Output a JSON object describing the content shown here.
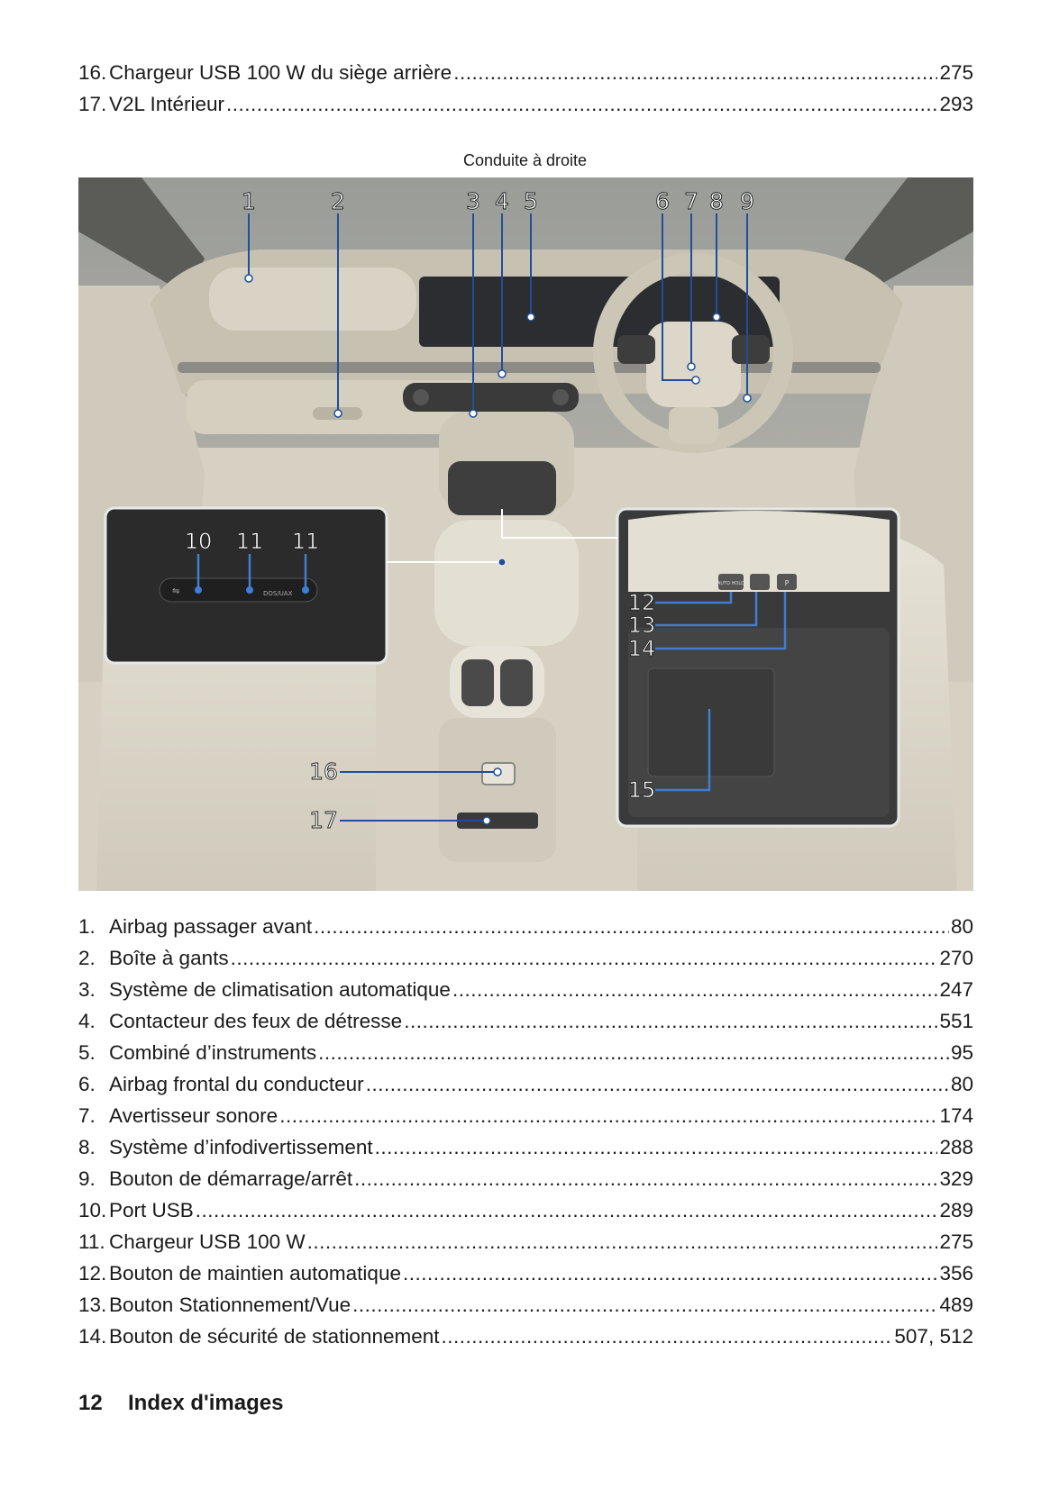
{
  "toc_top": [
    {
      "num": "16.",
      "title": "Chargeur USB 100 W du siège arrière",
      "page": "275"
    },
    {
      "num": "17.",
      "title": "V2L Intérieur",
      "page": "293"
    }
  ],
  "figure": {
    "caption": "Conduite à droite",
    "callouts_top": [
      "1",
      "2",
      "3",
      "4",
      "5",
      "6",
      "7",
      "8",
      "9"
    ],
    "inset_left_callouts": [
      "10",
      "11",
      "11"
    ],
    "inset_left_labels": [
      "DOS/UAX"
    ],
    "inset_right_callouts": [
      "12",
      "13",
      "14",
      "15"
    ],
    "inset_right_labels": [
      "AUTO HOLD",
      "P"
    ],
    "center_callouts": [
      "16",
      "17"
    ],
    "colors": {
      "callout_line": "#1f4f9a",
      "cabin": "#d8d3c4",
      "dash_dark": "#3a3a3a",
      "inset_bg": "#2b2b2b"
    }
  },
  "toc_bottom": [
    {
      "num": "1.",
      "title": "Airbag passager avant",
      "page": "80"
    },
    {
      "num": "2.",
      "title": "Boîte à gants",
      "page": "270"
    },
    {
      "num": "3.",
      "title": "Système de climatisation automatique",
      "page": "247"
    },
    {
      "num": "4.",
      "title": "Contacteur des feux de détresse",
      "page": "551"
    },
    {
      "num": "5.",
      "title": "Combiné d’instruments",
      "page": "95"
    },
    {
      "num": "6.",
      "title": "Airbag frontal du conducteur",
      "page": "80"
    },
    {
      "num": "7.",
      "title": "Avertisseur sonore",
      "page": "174"
    },
    {
      "num": "8.",
      "title": "Système d’infodivertissement",
      "page": "288"
    },
    {
      "num": "9.",
      "title": "Bouton de démarrage/arrêt",
      "page": "329"
    },
    {
      "num": "10.",
      "title": "Port USB",
      "page": "289"
    },
    {
      "num": "11.",
      "title": "Chargeur USB 100 W",
      "page": "275"
    },
    {
      "num": "12.",
      "title": "Bouton de maintien automatique",
      "page": "356"
    },
    {
      "num": "13.",
      "title": "Bouton Stationnement/Vue",
      "page": "489"
    },
    {
      "num": "14.",
      "title": "Bouton de sécurité de stationnement",
      "page": "507, 512"
    }
  ],
  "footer": {
    "page_number": "12",
    "section": "Index d'images"
  }
}
